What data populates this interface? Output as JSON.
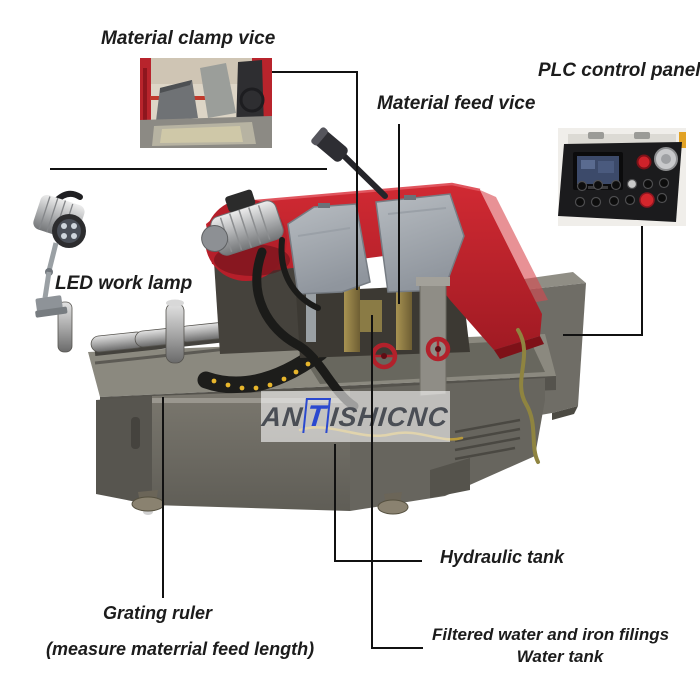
{
  "watermark": {
    "part_an": "AN",
    "part_t": "T",
    "part_rest": "ISHICNC"
  },
  "annotations": {
    "material_clamp_vice": {
      "label": "Material clamp vice"
    },
    "plc_control_panel": {
      "label": "PLC control panel"
    },
    "material_feed_vice": {
      "label": "Material feed vice"
    },
    "led_work_lamp": {
      "label": "LED work lamp"
    },
    "grating_ruler": {
      "label": "Grating ruler",
      "sublabel": "(measure materrial feed length)"
    },
    "hydraulic_tank": {
      "label": "Hydraulic tank"
    },
    "filtered_water_tank": {
      "label_line1": "Filtered water and iron filings",
      "label_line2": "Water tank"
    }
  },
  "colors": {
    "accent_red": "#c2232c",
    "brand_blue": "#2b49cf",
    "annotation_text": "#1c1c1c",
    "leader_line": "#111111",
    "machine_gray": "#6f6d66"
  }
}
